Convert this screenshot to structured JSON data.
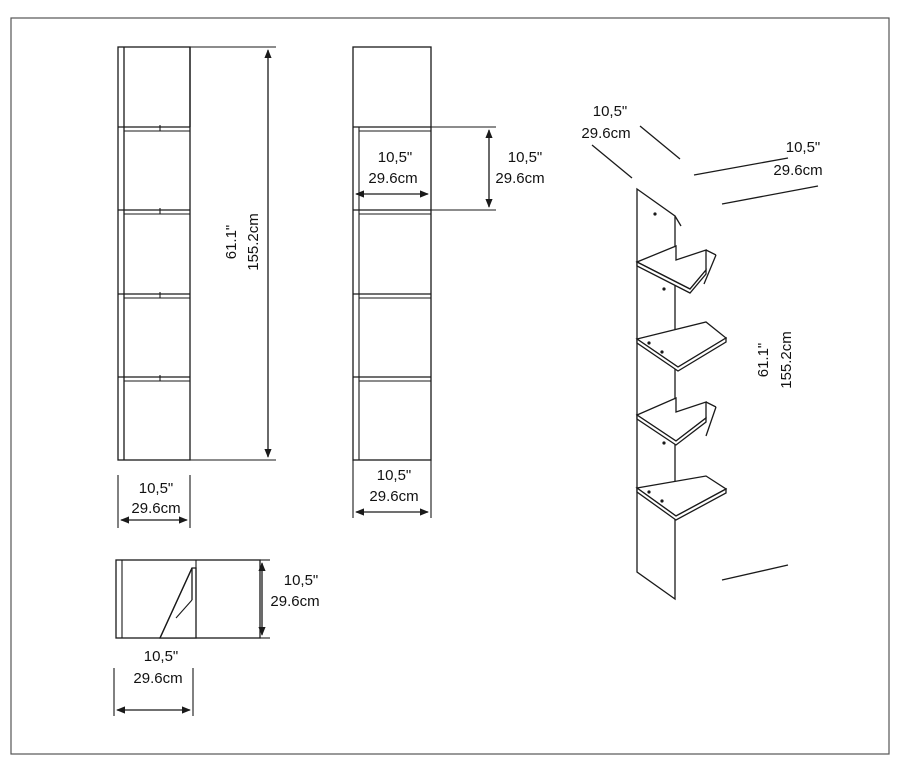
{
  "dimensions": {
    "height_in": "61.1\"",
    "height_cm": "155.2cm",
    "width_in": "10,5\"",
    "width_cm": "29.6cm",
    "depth_in": "10,5\"",
    "depth_cm": "29.6cm"
  },
  "colors": {
    "line": "#1a1a1a",
    "background": "#ffffff",
    "border": "#555555"
  }
}
